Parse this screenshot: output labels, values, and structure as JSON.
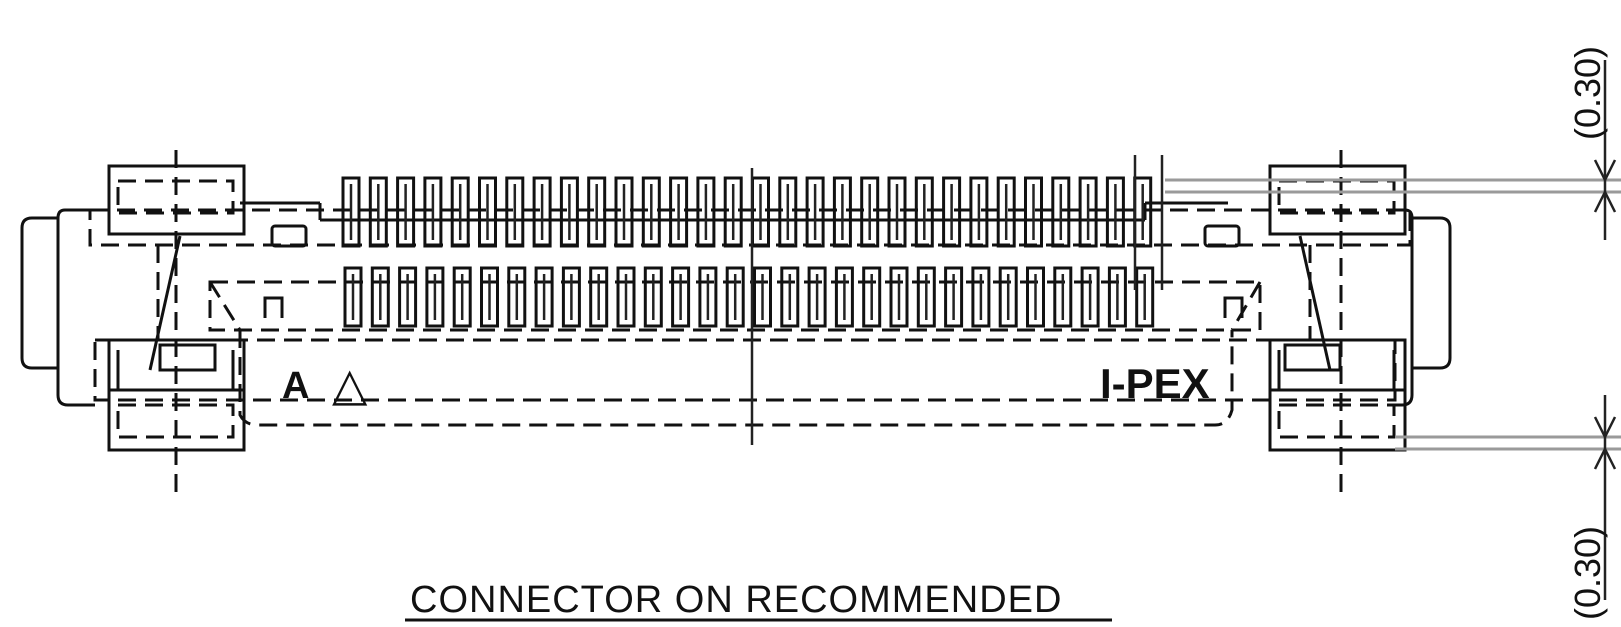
{
  "drawing": {
    "caption": "CONNECTOR ON RECOMMENDED",
    "marking_letter": "A",
    "marking_symbol": "△",
    "brand": "I-PEX",
    "dimension_top": "(0.30)",
    "dimension_bottom": "(0.30)"
  },
  "colors": {
    "line": "#111111",
    "dimension_line": "#9a9a9a",
    "background": "#ffffff"
  }
}
